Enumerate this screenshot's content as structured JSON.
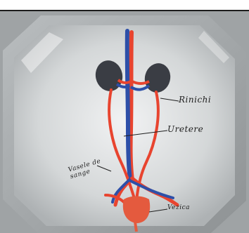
{
  "photo": {
    "labels": {
      "kidneys": "Rinichi",
      "ureters": "Uretere",
      "bladder": "Vezica",
      "vessels": "Vasele de sange"
    },
    "colors": {
      "background": "#cfd3d4",
      "kidney": "#3a3d44",
      "artery": "#e8442f",
      "vein": "#2d4fa8",
      "bladder": "#e45a3e",
      "ink": "#1e1e1e"
    }
  }
}
